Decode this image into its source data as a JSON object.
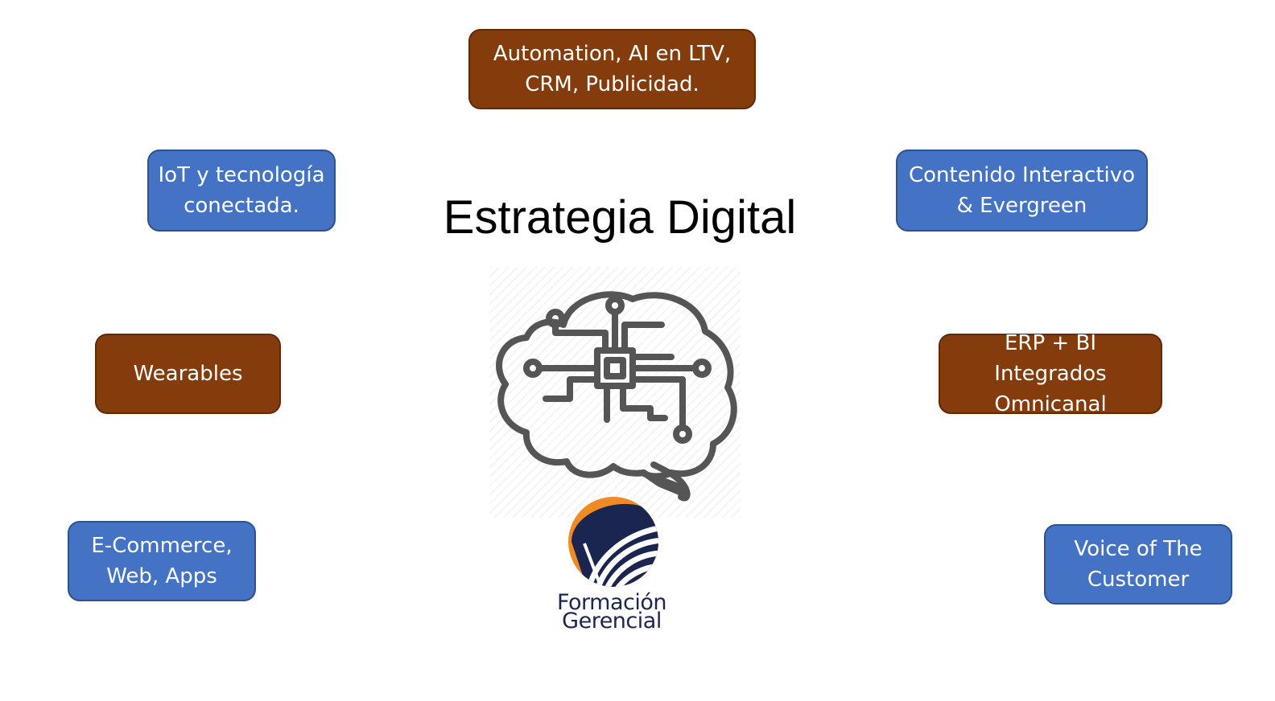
{
  "title": "Estrategia Digital",
  "boxes": {
    "automation": "Automation, AI en LTV,\nCRM, Publicidad.",
    "iot": "IoT y tecnología\nconectada.",
    "contenido": "Contenido Interactivo\n& Evergreen",
    "wearables": "Wearables",
    "erp": "ERP + BI Integrados\nOmnicanal",
    "ecommerce": "E-Commerce,\nWeb, Apps",
    "voice": "Voice of The\nCustomer"
  },
  "logo": {
    "line1": "Formación",
    "line2": "Gerencial"
  },
  "icons": {
    "center": "brain-circuit-icon",
    "logo": "formacion-gerencial-logo"
  },
  "colors": {
    "blue_box": "#4472C4",
    "brown_box": "#843C0C",
    "brain_stroke": "#555555",
    "logo_navy": "#1b2650",
    "logo_orange": "#f08a24"
  }
}
